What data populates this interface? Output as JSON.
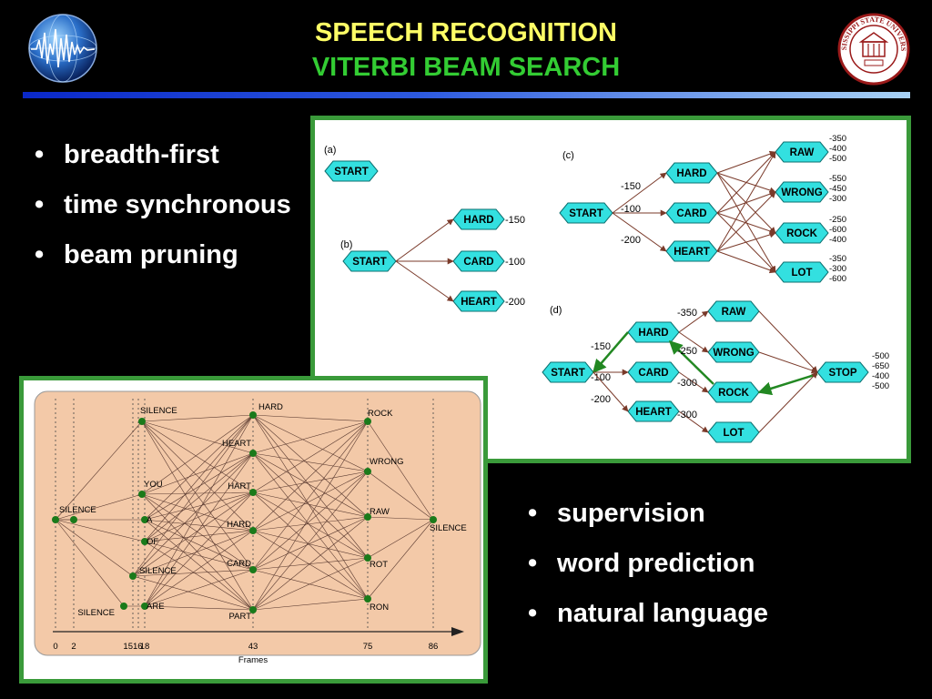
{
  "title": {
    "line1": "SPEECH RECOGNITION",
    "line2": "VITERBI BEAM SEARCH"
  },
  "colors": {
    "title1": "#ffff66",
    "title2": "#33cc33",
    "panel_border": "#3a9a3a",
    "node_fill": "#33e0e0",
    "arrow": "#7a3a2a",
    "best_path": "#228822"
  },
  "logo_text": "MISSISSIPPI STATE UNIVERSITY",
  "bullets_left": [
    "breadth-first",
    "time synchronous",
    "beam pruning"
  ],
  "bullets_right": [
    "supervision",
    "word prediction",
    "natural language"
  ],
  "bullet_glyph": "•",
  "diagram_a": {
    "label": "(a)",
    "start": "START"
  },
  "diagram_b": {
    "label": "(b)",
    "start": "START",
    "words": [
      {
        "w": "HARD",
        "s": "-150"
      },
      {
        "w": "CARD",
        "s": "-100"
      },
      {
        "w": "HEART",
        "s": "-200"
      }
    ]
  },
  "diagram_c": {
    "label": "(c)",
    "start": "START",
    "mid": [
      {
        "w": "HARD",
        "s": "-150"
      },
      {
        "w": "CARD",
        "s": "-100"
      },
      {
        "w": "HEART",
        "s": "-200"
      }
    ],
    "end": [
      {
        "w": "RAW",
        "s": [
          "-350",
          "-400",
          "-500"
        ]
      },
      {
        "w": "WRONG",
        "s": [
          "-550",
          "-450",
          "-300"
        ]
      },
      {
        "w": "ROCK",
        "s": [
          "-250",
          "-600",
          "-400"
        ]
      },
      {
        "w": "LOT",
        "s": [
          "-350",
          "-300",
          "-600"
        ]
      }
    ]
  },
  "diagram_d": {
    "label": "(d)",
    "start": "START",
    "stop": "STOP",
    "mid": [
      {
        "w": "HARD",
        "s": "-150"
      },
      {
        "w": "CARD",
        "s": "-100"
      },
      {
        "w": "HEART",
        "s": "-200"
      }
    ],
    "end": [
      {
        "w": "RAW",
        "s": "-350"
      },
      {
        "w": "WRONG",
        "s": "-250"
      },
      {
        "w": "ROCK",
        "s": "-300"
      },
      {
        "w": "LOT",
        "s": "-300"
      }
    ],
    "stop_scores": [
      "-500",
      "-650",
      "-400",
      "-500"
    ]
  },
  "lattice": {
    "xlabel": "Frames",
    "frames": [
      "0",
      "2",
      "1516",
      "18",
      "43",
      "75",
      "86"
    ],
    "nodes": {
      "silence_top": "SILENCE",
      "silence_left": "SILENCE",
      "you": "YOU",
      "a": "A",
      "of": "OF",
      "silence_mid": "SILENCE",
      "silence_bot": "SILENCE",
      "are": "ARE",
      "hard1": "HARD",
      "heart": "HEART",
      "hart": "HART",
      "hard2": "HARD",
      "card": "CARD",
      "part": "PART",
      "rock": "ROCK",
      "wrong": "WRONG",
      "raw": "RAW",
      "rot": "ROT",
      "ron": "RON",
      "silence_end": "SILENCE"
    }
  }
}
